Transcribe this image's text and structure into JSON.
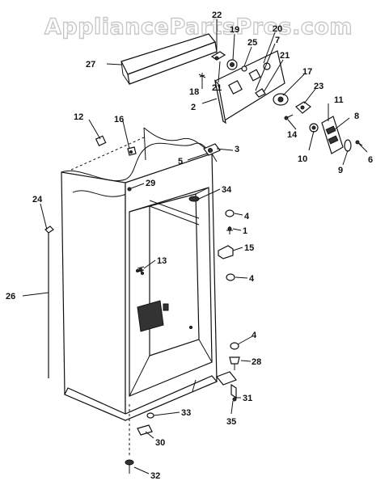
{
  "watermark": "AppliancePartsPros.com",
  "callouts": [
    {
      "id": "c22",
      "text": "22"
    },
    {
      "id": "c20",
      "text": "20"
    },
    {
      "id": "c19",
      "text": "19"
    },
    {
      "id": "c25",
      "text": "25"
    },
    {
      "id": "c7",
      "text": "7"
    },
    {
      "id": "c27",
      "text": "27"
    },
    {
      "id": "c21a",
      "text": "21"
    },
    {
      "id": "c21b",
      "text": "21"
    },
    {
      "id": "c18",
      "text": "18"
    },
    {
      "id": "c17",
      "text": "17"
    },
    {
      "id": "c23",
      "text": "23"
    },
    {
      "id": "c2",
      "text": "2"
    },
    {
      "id": "c11",
      "text": "11"
    },
    {
      "id": "c8",
      "text": "8"
    },
    {
      "id": "c14",
      "text": "14"
    },
    {
      "id": "c12",
      "text": "12"
    },
    {
      "id": "c16",
      "text": "16"
    },
    {
      "id": "c3",
      "text": "3"
    },
    {
      "id": "c5",
      "text": "5"
    },
    {
      "id": "c10",
      "text": "10"
    },
    {
      "id": "c9",
      "text": "9"
    },
    {
      "id": "c6",
      "text": "6"
    },
    {
      "id": "c29",
      "text": "29"
    },
    {
      "id": "c34",
      "text": "34"
    },
    {
      "id": "c24",
      "text": "24"
    },
    {
      "id": "c4a",
      "text": "4"
    },
    {
      "id": "c1",
      "text": "1"
    },
    {
      "id": "c15",
      "text": "15"
    },
    {
      "id": "c13",
      "text": "13"
    },
    {
      "id": "c4b",
      "text": "4"
    },
    {
      "id": "c26",
      "text": "26"
    },
    {
      "id": "c4c",
      "text": "4"
    },
    {
      "id": "c28",
      "text": "28"
    },
    {
      "id": "c31",
      "text": "31"
    },
    {
      "id": "c33",
      "text": "33"
    },
    {
      "id": "c35",
      "text": "35"
    },
    {
      "id": "c30",
      "text": "30"
    },
    {
      "id": "c32",
      "text": "32"
    }
  ]
}
